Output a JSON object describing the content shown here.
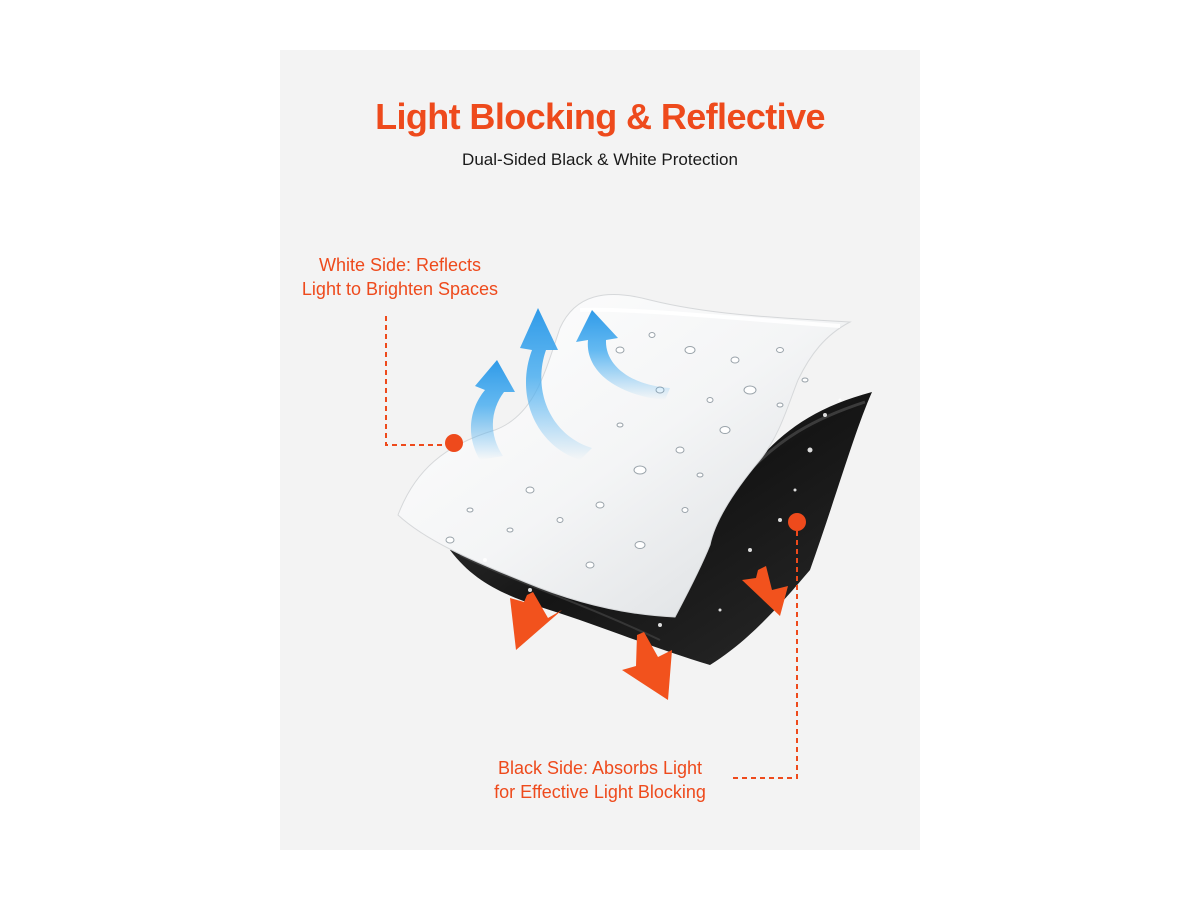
{
  "colors": {
    "accent": "#ee4a1c",
    "panel_background": "#f3f3f3",
    "reflect_arrow": "#4aaef0",
    "block_arrow": "#f2521d"
  },
  "header": {
    "title": "Light Blocking & Reflective",
    "subtitle": "Dual-Sided Black & White Protection"
  },
  "callouts": {
    "white_side": {
      "line1": "White Side: Reflects",
      "line2": "Light to Brighten Spaces"
    },
    "black_side": {
      "line1": "Black Side: Absorbs Light",
      "line2": "for Effective Light Blocking"
    }
  },
  "illustration": {
    "icons": [
      "reflect-arrow-icon",
      "block-arrow-icon",
      "water-drop-icon",
      "marker-dot-icon"
    ]
  }
}
